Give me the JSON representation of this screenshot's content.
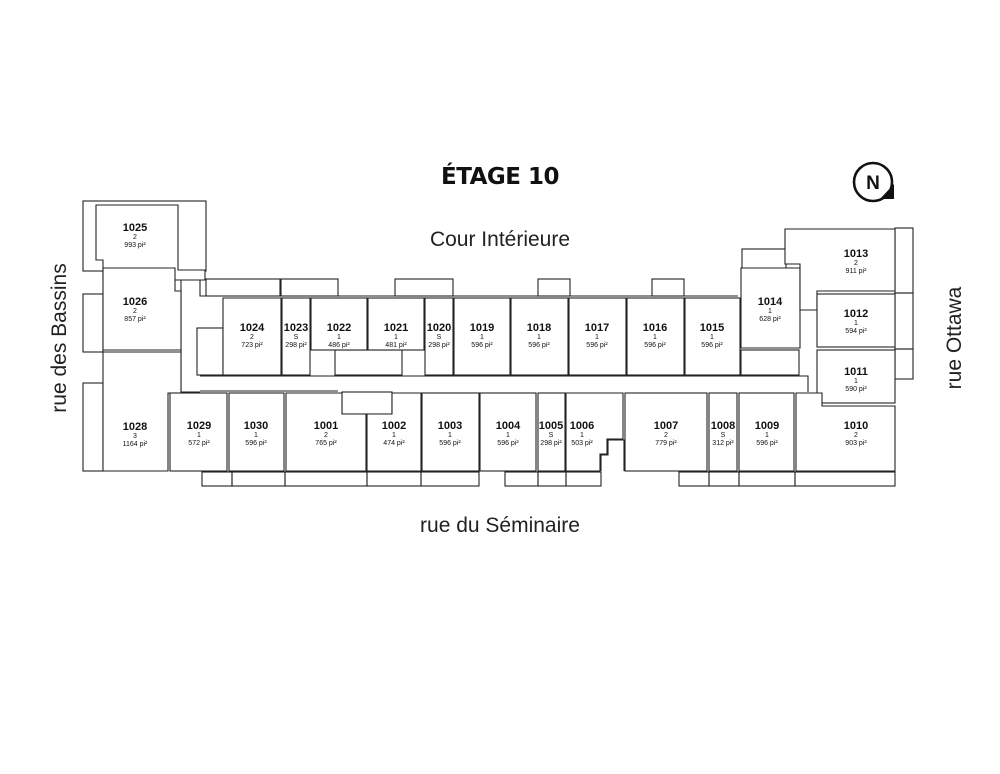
{
  "title": "ÉTAGE 10",
  "compass_label": "N",
  "streets": {
    "courtyard": "Cour Intérieure",
    "south": "rue du Séminaire",
    "west": "rue des Bassins",
    "east": "rue Ottawa"
  },
  "units": [
    {
      "number": "1025",
      "bed": "2",
      "area": "993 pi²"
    },
    {
      "number": "1026",
      "bed": "2",
      "area": "857 pi²"
    },
    {
      "number": "1028",
      "bed": "3",
      "area": "1164 pi²"
    },
    {
      "number": "1024",
      "bed": "2",
      "area": "723 pi²"
    },
    {
      "number": "1023",
      "bed": "S",
      "area": "298 pi²"
    },
    {
      "number": "1022",
      "bed": "1",
      "area": "486 pi²"
    },
    {
      "number": "1021",
      "bed": "1",
      "area": "481 pi²"
    },
    {
      "number": "1020",
      "bed": "S",
      "area": "298 pi²"
    },
    {
      "number": "1019",
      "bed": "1",
      "area": "596 pi²"
    },
    {
      "number": "1018",
      "bed": "1",
      "area": "596 pi²"
    },
    {
      "number": "1017",
      "bed": "1",
      "area": "596 pi²"
    },
    {
      "number": "1016",
      "bed": "1",
      "area": "596 pi²"
    },
    {
      "number": "1015",
      "bed": "1",
      "area": "596 pi²"
    },
    {
      "number": "1014",
      "bed": "1",
      "area": "628 pi²"
    },
    {
      "number": "1013",
      "bed": "2",
      "area": "911 pi²"
    },
    {
      "number": "1012",
      "bed": "1",
      "area": "594 pi²"
    },
    {
      "number": "1011",
      "bed": "1",
      "area": "590 pi²"
    },
    {
      "number": "1010",
      "bed": "2",
      "area": "903 pi²"
    },
    {
      "number": "1029",
      "bed": "1",
      "area": "572 pi²"
    },
    {
      "number": "1030",
      "bed": "1",
      "area": "596 pi²"
    },
    {
      "number": "1001",
      "bed": "2",
      "area": "765 pi²"
    },
    {
      "number": "1002",
      "bed": "1",
      "area": "474 pi²"
    },
    {
      "number": "1003",
      "bed": "1",
      "area": "596 pi²"
    },
    {
      "number": "1004",
      "bed": "1",
      "area": "596 pi²"
    },
    {
      "number": "1005",
      "bed": "S",
      "area": "298 pi²"
    },
    {
      "number": "1006",
      "bed": "1",
      "area": "503 pi²"
    },
    {
      "number": "1007",
      "bed": "2",
      "area": "779 pi²"
    },
    {
      "number": "1008",
      "bed": "S",
      "area": "312 pi²"
    },
    {
      "number": "1009",
      "bed": "1",
      "area": "596 pi²"
    }
  ]
}
